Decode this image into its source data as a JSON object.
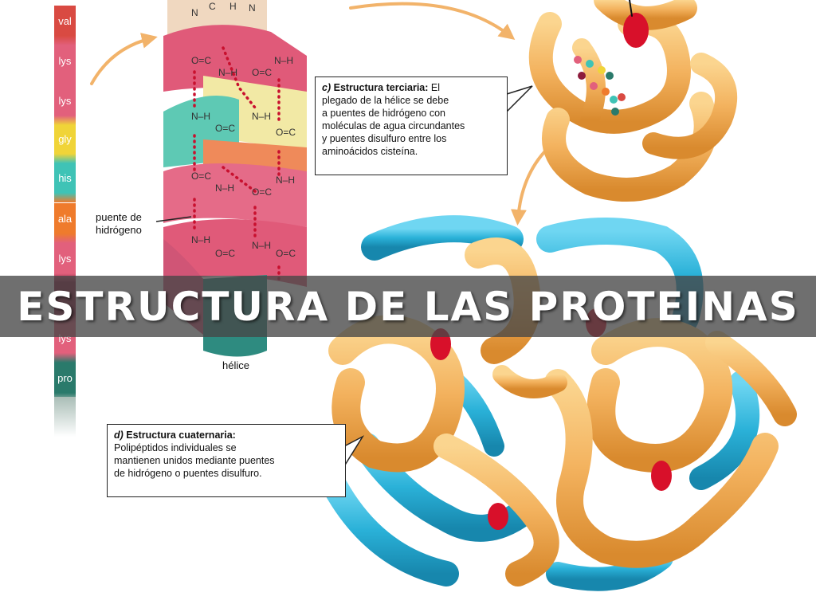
{
  "amino_acids": [
    {
      "label": "val",
      "color": "#d94a42"
    },
    {
      "label": "lys",
      "color": "#e2607c"
    },
    {
      "label": "lys",
      "color": "#e2607c"
    },
    {
      "label": "gly",
      "color": "#f0d438"
    },
    {
      "label": "his",
      "color": "#3fc3b6"
    },
    {
      "label": "ala",
      "color": "#ef7b2c"
    },
    {
      "label": "lys",
      "color": "#e2607c"
    },
    {
      "label": "",
      "color": "#8d1b3c"
    },
    {
      "label": "lys",
      "color": "#e2607c"
    },
    {
      "label": "pro",
      "color": "#2a7a6b"
    }
  ],
  "helix": {
    "hydrogen_bond_label": "puente de\nhidrógeno",
    "caption": "hélice",
    "ribbon_colors": [
      "#f0d8c0",
      "#e05a79",
      "#f2e9a5",
      "#5ec9b4",
      "#ef8a5a",
      "#e56b88",
      "#2e8b80"
    ],
    "h_bond_color": "#c8102e"
  },
  "tertiary": {
    "letter": "c)",
    "title": "Estructura terciaria:",
    "lines": [
      "El",
      "plegado de la hélice se debe",
      "a puentes de hidrógeno con",
      "moléculas de agua circundantes",
      "y puentes disulfuro entre los",
      "aminoácidos cisteína."
    ]
  },
  "quaternary": {
    "letter": "d)",
    "title": "Estructura cuaternaria:",
    "lines": [
      "Polipéptidos individuales se",
      "mantienen unidos mediante puentes",
      "de hidrógeno o puentes disulfuro."
    ]
  },
  "banner": {
    "title": "ESTRUCTURA DE LAS PROTEINAS"
  },
  "colors": {
    "tube_orange": "#f3b25e",
    "tube_orange_dark": "#d98a2e",
    "tube_blue": "#2ab1d8",
    "tube_blue_dark": "#1787ad",
    "disulfide_red": "#d8102a",
    "arrow": "#f2b36a",
    "banner_bg": "#464646"
  },
  "icons": {
    "tertiary_protein": "folded-protein-icon",
    "quaternary_protein": "quaternary-protein-icon"
  }
}
